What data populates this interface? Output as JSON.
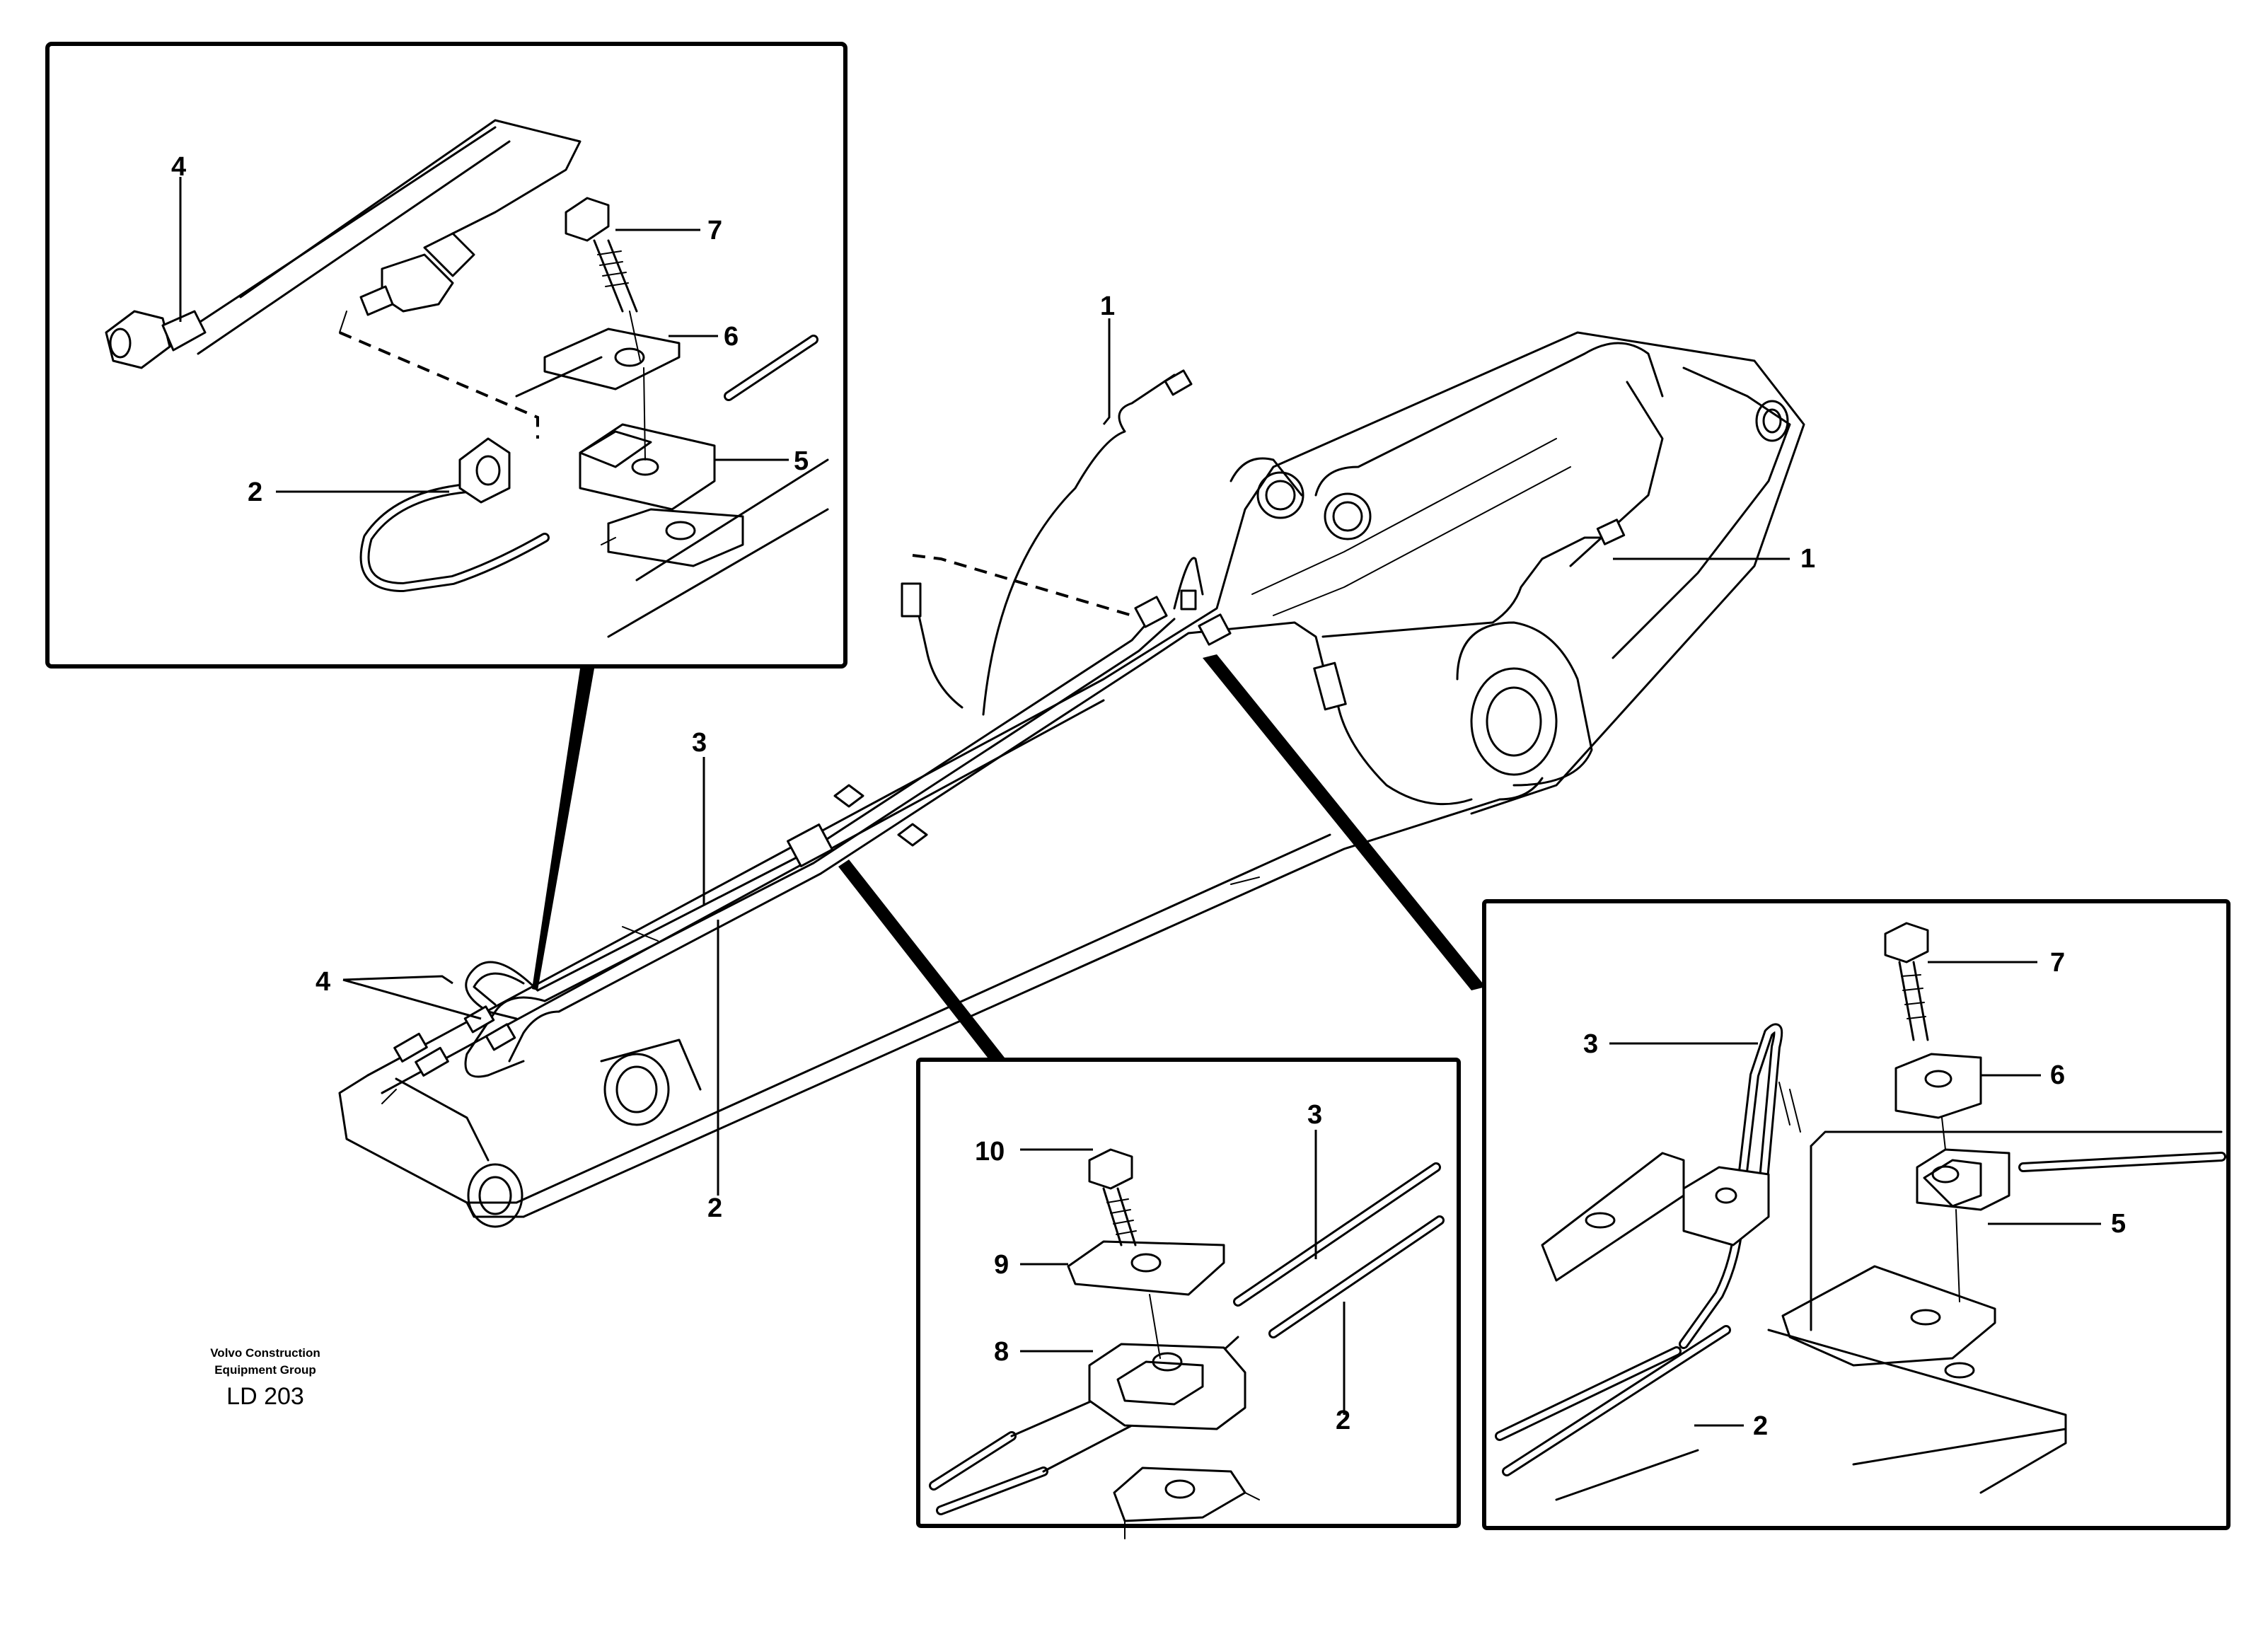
{
  "callouts": {
    "c1a": "1",
    "c1b": "1",
    "c2a": "2",
    "c2b": "2",
    "c2c": "2",
    "c2d": "2",
    "c3a": "3",
    "c3b": "3",
    "c3c": "3",
    "c4a": "4",
    "c4b": "4",
    "c5a": "5",
    "c5b": "5",
    "c6a": "6",
    "c6b": "6",
    "c7a": "7",
    "c7b": "7",
    "c8": "8",
    "c9": "9",
    "c10": "10"
  },
  "footer": {
    "line1": "Volvo Construction",
    "line2": "Equipment Group",
    "code": "LD 203"
  }
}
